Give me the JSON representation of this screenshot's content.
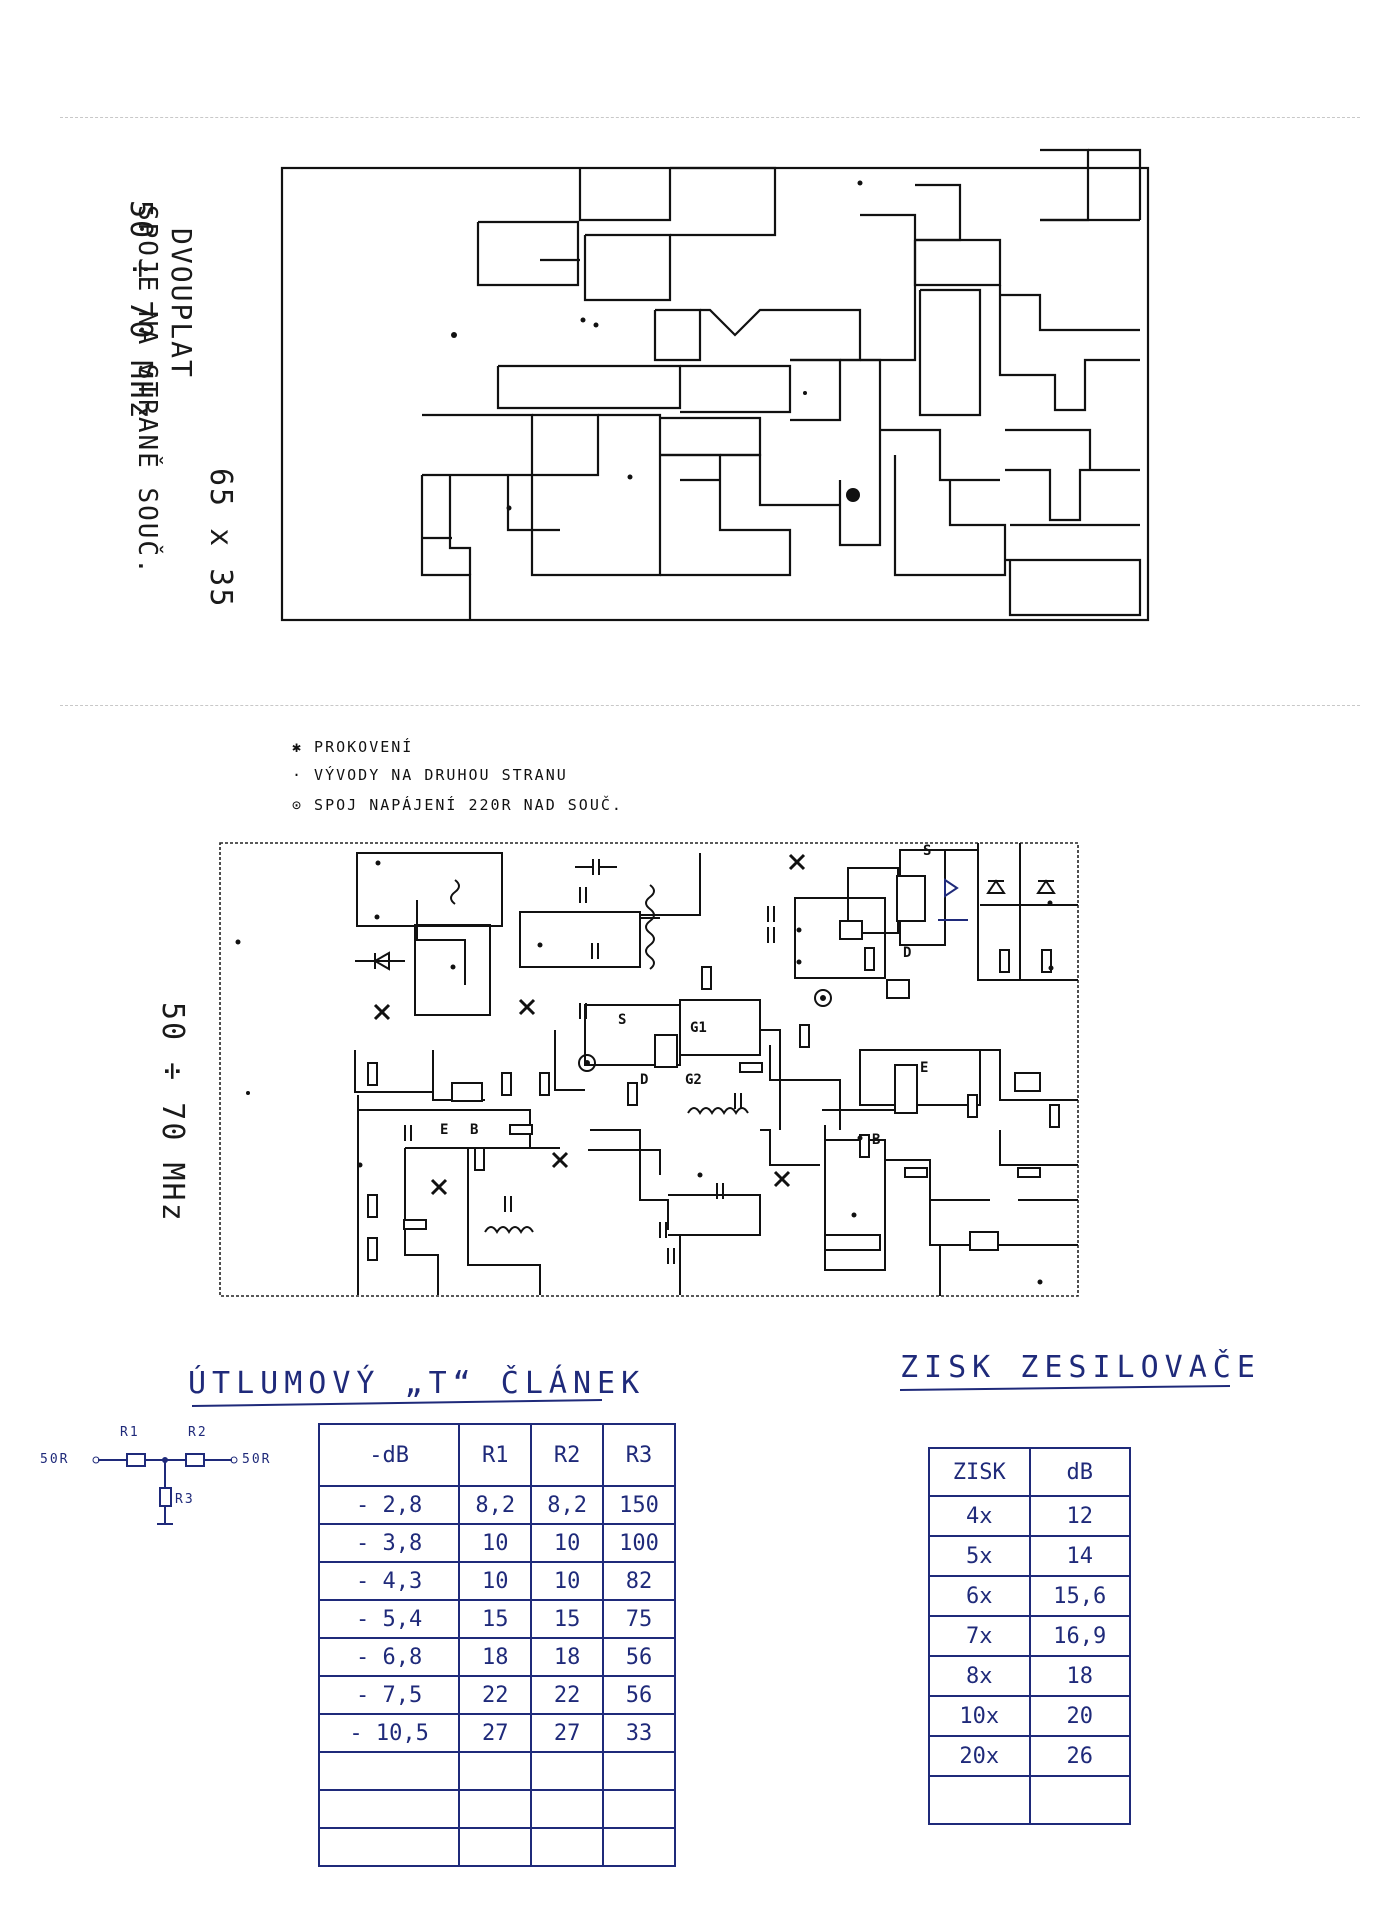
{
  "top": {
    "freq": "50 ÷ 70 MHz",
    "size": "65 x 35",
    "board": "DVOUPLAT",
    "note": "SPOJE NA STRANĚ SOUČ."
  },
  "legend": {
    "via": "✱ PROKOVENÍ",
    "pins": "· VÝVODY NA DRUHOU STRANU",
    "power": "⊙ SPOJ NAPÁJENÍ 220R NAD SOUČ."
  },
  "bottom_freq": "50 ÷ 70 MHz",
  "pcb_labels": {
    "s1": "S",
    "d1": "D",
    "g1": "G1",
    "g2": "G2",
    "s2": "S",
    "d2": "D",
    "e1": "E",
    "b1": "B",
    "e2": "E",
    "b2": "B"
  },
  "attenuator": {
    "title": "ÚTLUMOVÝ „T“ ČLÁNEK",
    "schematic": {
      "r1": "R1",
      "r2": "R2",
      "r3": "R3",
      "in": "50R",
      "out": "50R"
    },
    "headers": [
      "-dB",
      "R1",
      "R2",
      "R3"
    ],
    "rows": [
      [
        "- 2,8",
        "8,2",
        "8,2",
        "150"
      ],
      [
        "- 3,8",
        "10",
        "10",
        "100"
      ],
      [
        "- 4,3",
        "10",
        "10",
        "82"
      ],
      [
        "- 5,4",
        "15",
        "15",
        "75"
      ],
      [
        "- 6,8",
        "18",
        "18",
        "56"
      ],
      [
        "- 7,5",
        "22",
        "22",
        "56"
      ],
      [
        "- 10,5",
        "27",
        "27",
        "33"
      ],
      [
        "",
        "",
        "",
        ""
      ],
      [
        "",
        "",
        "",
        ""
      ],
      [
        "",
        "",
        "",
        ""
      ]
    ]
  },
  "gain": {
    "title": "ZISK ZESILOVAČE",
    "headers": [
      "ZISK",
      "dB"
    ],
    "rows": [
      [
        "4x",
        "12"
      ],
      [
        "5x",
        "14"
      ],
      [
        "6x",
        "15,6"
      ],
      [
        "7x",
        "16,9"
      ],
      [
        "8x",
        "18"
      ],
      [
        "10x",
        "20"
      ],
      [
        "20x",
        "26"
      ],
      [
        "",
        ""
      ]
    ]
  }
}
